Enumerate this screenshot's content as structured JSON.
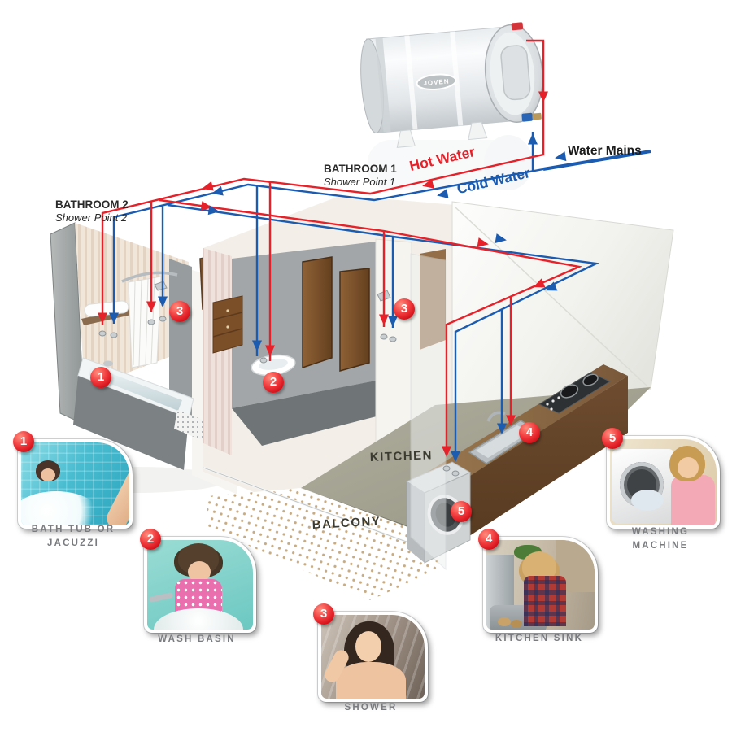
{
  "heater": {
    "brand": "JOVEN"
  },
  "labels": {
    "water_mains": "Water Mains",
    "hot_water": "Hot Water",
    "cold_water": "Cold Water",
    "kitchen": "KITCHEN",
    "balcony": "BALCONY",
    "bathroom1": {
      "title": "BATHROOM 1",
      "subtitle": "Shower Point 1"
    },
    "bathroom2": {
      "title": "BATHROOM 2",
      "subtitle": "Shower Point 2"
    }
  },
  "colors": {
    "hot": "#e62129",
    "cold": "#1b5bb0",
    "badge_red": "#e31e24",
    "caption_gray": "#797b7e"
  },
  "diagram_badges": [
    {
      "label": "1"
    },
    {
      "label": "2"
    },
    {
      "label": "3"
    },
    {
      "label": "3"
    },
    {
      "label": "4"
    },
    {
      "label": "5"
    }
  ],
  "legend_cards": [
    {
      "number": "1",
      "caption_line1": "BATH TUB OR",
      "caption_line2": "JACUZZI"
    },
    {
      "number": "2",
      "caption_line1": "WASH BASIN",
      "caption_line2": ""
    },
    {
      "number": "3",
      "caption_line1": "SHOWER",
      "caption_line2": ""
    },
    {
      "number": "4",
      "caption_line1": "KITCHEN SINK",
      "caption_line2": ""
    },
    {
      "number": "5",
      "caption_line1": "WASHING",
      "caption_line2": "MACHINE"
    }
  ]
}
